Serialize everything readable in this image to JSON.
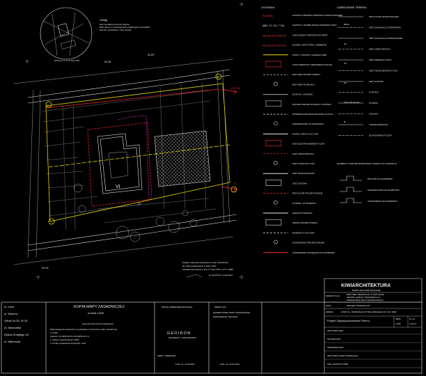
{
  "inset": {
    "label_title": "Uwagi:",
    "label_lines": [
      "Sieci posiadaj przewody stalowe",
      "Brak danych o odnodzeniach miedzianych przewodów",
      "Pomiary pozyskane z bazy danych"
    ],
    "caption": "SZKIC SYT. SYTUACYJNY"
  },
  "plan": {
    "numbers_top": [
      "W-26",
      "W-29"
    ],
    "numbers_bottom": [
      "W-25"
    ],
    "markers": [
      "A",
      "B"
    ],
    "labels": [
      "D.E. B1",
      "E",
      "G1",
      "VI"
    ],
    "note_lines": [
      "Kolejna mapa jest fragmentem mapy zasadniczej",
      "do celów projektowych w skali 1:500",
      "zaewidencjonowana w dniu 27 lipca 2011, pod nr 4088",
      "za zgodność z oryginałem"
    ]
  },
  "legend": {
    "title": "LEGENDA:",
    "items": [
      {
        "sample": "ŚCIANA",
        "text": "GRANICA OBSZARU OBJĘTEGO OPRACOWANIEM"
      },
      {
        "sample": "ABC C1 G1-7 GA",
        "text": "GRANICA I NUMER DZIAŁKI EWIDENCYJNEJ"
      },
      {
        "sample": "AB B1CDE E1FGA",
        "text": "OZNACZENIA TERENÓW WG MPZP"
      },
      {
        "sample": "AB B1CDE E1FGA",
        "text": "NUMERY SEKTORÓW / OBRĘBÓW"
      },
      {
        "sample": "",
        "text": "PUNKTY OSNOWY GEODEZYJNEJ"
      },
      {
        "sample": "",
        "text": "LINIA ZABUDOWY NIEPRZEKRACZALNA"
      },
      {
        "sample": "",
        "text": "BUDYNEK PROJEKTOWANY"
      },
      {
        "sample": "",
        "text": "BUDYNEK ISTNIEJĄCY"
      },
      {
        "sample": "",
        "text": "DOJŚCIA, CHODNIKI"
      },
      {
        "sample": "",
        "text": "PROJEKTOWANE DOJŚCIA I CHODNIKI"
      },
      {
        "sample": "",
        "text": "POWIERZCHNIA BIOLOGICZNIE CZYNNA"
      },
      {
        "sample": "",
        "text": "NAWIERZCHNIA UTWARDZONA"
      },
      {
        "sample": "",
        "text": "KOMINY WENTYLACYJNE"
      },
      {
        "sample": "",
        "text": "SIEĆ ELEKTROENERGETYCZNA"
      },
      {
        "sample": "",
        "text": "SIEĆ CIEPŁOWNICZA"
      },
      {
        "sample": "",
        "text": "SIEĆ KANALIZACYJNA"
      },
      {
        "sample": "",
        "text": "SIEĆ WODOCIĄGOWA"
      },
      {
        "sample": "",
        "text": "SIEĆ GAZOWA"
      },
      {
        "sample": "",
        "text": "PRZYŁĄCZE PROJEKTOWANE"
      },
      {
        "sample": "",
        "text": "STUDNIA, STUDZIENKA"
      },
      {
        "sample": "",
        "text": "ZIELEŃ ISTNIEJĄCA"
      },
      {
        "sample": "",
        "text": "ZIELEŃ PROJEKTOWANA"
      },
      {
        "sample": "",
        "text": "DRZEWA DO WYCINKI"
      },
      {
        "sample": "",
        "text": "OGRODZENIE PROJEKTOWANE"
      },
      {
        "sample": "",
        "text": "OGRODZENIE ISTNIEJĄCE DO ROZBIÓRKI"
      }
    ]
  },
  "terrain": {
    "title": "UZBROJENIE TERENU",
    "items": [
      "PRZYŁĄCZE WODOCIĄGOWE",
      "SIEĆ KANALIZACJI SANITARNEJ",
      "SIEĆ KANALIZACJI DESZCZOWEJ",
      "SIEĆ CIEPŁOWNICZA",
      "SIEĆ ENERGETYCZNA",
      "SIEĆ TELEKOMUNIKACYJNA",
      "SIEĆ GAZOWA",
      "HYDRANT",
      "STUDNIA",
      "ZASUWA",
      "TRANSFORMATOR",
      "SŁUP ENERGETYCZNY"
    ],
    "samples": [
      "80wS",
      "S2",
      "S2",
      "S3",
      "SSA,S3A,SA-SS",
      "B"
    ],
    "section_title": "ELEMENTY ZAGOSPODAROWANIA TERENU  DO LIKWIDACJI",
    "section_items": [
      "BUDYNKI DO ROZBIÓRKI",
      "NAWIERZCHNIE DO ROZBIÓRKI",
      "OGRODZENIA DO ROZBIÓRKI"
    ]
  },
  "title_block": {
    "left_lines": [
      "m. Łódź",
      "ul. Widzew",
      "Obręb W-25, W-29",
      "Al. Marszałka",
      "Rydza-Śmigłego 43",
      "ul. Milionowa"
    ],
    "copy_title": "KOPIA MAPY ZASADNICZEJ",
    "copy_scale": "w skali 1:500",
    "copy_purpose": "wykonana dla celów projektowych",
    "copy_notes": [
      "Mapa ksiegowa wykonana na podstawie numerycznej mapy zasadniczej",
      "nr 4.000",
      "Arkusze: W-18/W-29 D3.4.W-18/W-29 3.4",
      "1. Wykaz współrzędnych: 2000",
      "2. Punkty odniesienia wysokości: Łódź"
    ],
    "surveyor_header": "PRACE TERENOWE WYKONAŁ:",
    "surveyor_name": "GEOIRON",
    "surveyor_sub": "GEODEZJA • KARTOGRAFIA",
    "kerg": "KERG: 4.8800/2011",
    "sign1": "Łódź, dn. 12.09.2011",
    "changes_header": "ZMIANY DO",
    "changes_lines": [
      "NUMERYCZNEJ MAPY ZASADNICZEJ",
      "WPROWADZIŁ: BOGDAN"
    ],
    "changes_sign": "Łódź, dn. 12.07.2011",
    "logo": "KIWIARCHITEKTURA",
    "logo_sub": "BIURO ARCHITEKTONICZNE",
    "inwestycja_label": "INWESTYCJA:",
    "inwestycja_text": [
      "BUDYNEK MIESZKALNY Z USŁUGAMI",
      "ZESPÓŁ GARAŻY PODZIEMNYCH",
      "INFRASTRUKTURA TOWARZYSZĄCA"
    ],
    "phase_label": "FAZA:",
    "phase": "PROJEKT BUDOWLANY",
    "address_label": "ADRES:",
    "address": "ŁÓDŹ, AL. MARSZAŁKA RYDZA-ŚMIGŁEGO 43, DZ. 103/2",
    "drawing_title": "Projekt Zagospodarowania Terenu",
    "scale_label": "Skala",
    "scale": "1:500",
    "number_label": "Nr rys.",
    "number": "Z-1/P-2",
    "staff": [
      "ARCHITEKTURA",
      "PROJEKTANT",
      "SPRAWDZAJĄCY",
      "ARCHITEKT: EWA KOSMALSKA",
      "INST. ELEKTRYCZNE"
    ]
  }
}
